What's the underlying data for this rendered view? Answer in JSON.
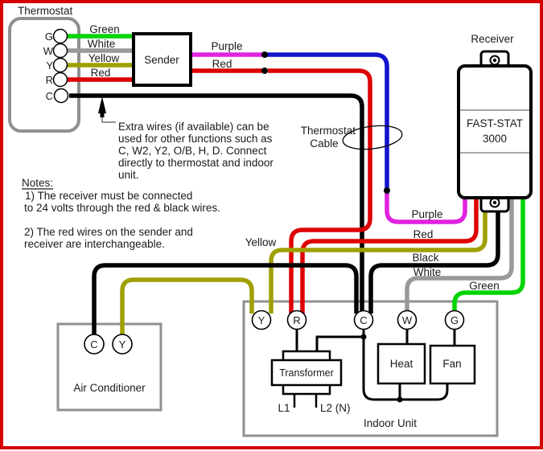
{
  "colors": {
    "border": "#d40000",
    "red": "#dd0000",
    "green": "#00d400",
    "white_wire": "#999999",
    "yellow": "#9f9f00",
    "black": "#000000",
    "purple": "#e022e0",
    "blue": "#1313cc",
    "box_gray": "#909090"
  },
  "thermostat": {
    "title": "Thermostat",
    "terminals": [
      "G",
      "W",
      "Y",
      "R",
      "C"
    ],
    "wire_labels": [
      "Green",
      "White",
      "Yellow",
      "Red"
    ]
  },
  "sender": {
    "label": "Sender",
    "out_labels": [
      "Purple",
      "Red"
    ]
  },
  "receiver": {
    "label": "Receiver",
    "model_line1": "FAST-STAT",
    "model_line2": "3000"
  },
  "cable": {
    "line1": "Thermostat",
    "line2": "Cable"
  },
  "extra_note": {
    "lines": [
      "Extra wires (if available) can be",
      "used for other functions such as",
      "C, W2, Y2, O/B, H, D. Connect",
      "directly to thermostat and indoor",
      "unit."
    ]
  },
  "notes": {
    "title": "Notes:",
    "line1a": "1) The receiver must be connected",
    "line1b": "to 24 volts through the red & black wires.",
    "line2a": "2) The red wires on the sender and",
    "line2b": "receiver are interchangeable."
  },
  "bus_labels": {
    "purple": "Purple",
    "red": "Red",
    "yellow": "Yellow",
    "black": "Black",
    "white": "White",
    "green": "Green"
  },
  "air_conditioner": {
    "label": "Air Conditioner",
    "terminals": [
      "C",
      "Y"
    ]
  },
  "indoor_unit": {
    "label": "Indoor Unit",
    "terminals": [
      "Y",
      "R",
      "C",
      "W",
      "G"
    ],
    "transformer_label": "Transformer",
    "heat_label": "Heat",
    "fan_label": "Fan",
    "l1_label": "L1",
    "l2_label": "L2 (N)"
  }
}
